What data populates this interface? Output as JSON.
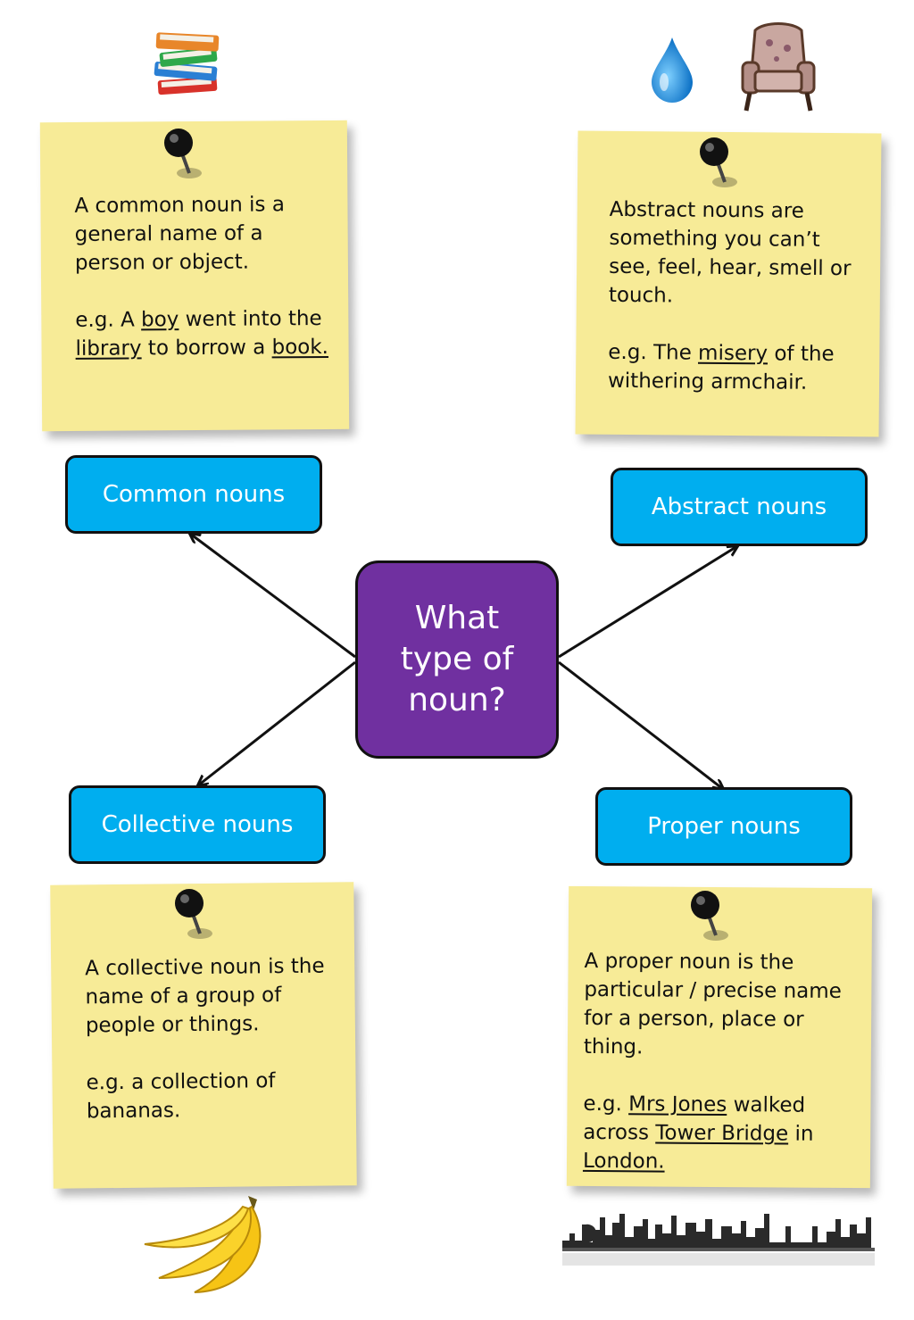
{
  "center": {
    "title": "What type of noun?"
  },
  "categories": {
    "common": {
      "label": "Common nouns"
    },
    "abstract": {
      "label": "Abstract nouns"
    },
    "collective": {
      "label": "Collective nouns"
    },
    "proper": {
      "label": "Proper nouns"
    }
  },
  "notes": {
    "common": {
      "definition": "A common noun is a general name of a person or object.",
      "example_prefix": "e.g. A ",
      "example_u1": "boy",
      "example_mid1": " went into the ",
      "example_u2": "library",
      "example_mid2": " to borrow a ",
      "example_u3": "book."
    },
    "abstract": {
      "definition": "Abstract nouns are something you can’t see, feel, hear, smell or touch.",
      "example_prefix": "e.g. The ",
      "example_u1": "misery",
      "example_suffix": " of the withering armchair."
    },
    "collective": {
      "definition": "A collective noun is the name of a group of people or things.",
      "example": "e.g. a collection of bananas."
    },
    "proper": {
      "definition": "A proper noun is the particular / precise name for a person, place or thing.",
      "example_prefix": "e.g. ",
      "example_u1": "Mrs Jones",
      "example_mid1": " walked across ",
      "example_u2": "Tower Bridge",
      "example_mid2": " in ",
      "example_u3": "London."
    }
  },
  "colors": {
    "note": "#f7eb97",
    "label_box": "#00aeef",
    "center_box": "#7030a0",
    "outline": "#111111"
  },
  "icons": [
    "books-icon",
    "water-drop-icon",
    "armchair-icon",
    "bananas-icon",
    "london-skyline-icon",
    "pushpin-icon"
  ]
}
